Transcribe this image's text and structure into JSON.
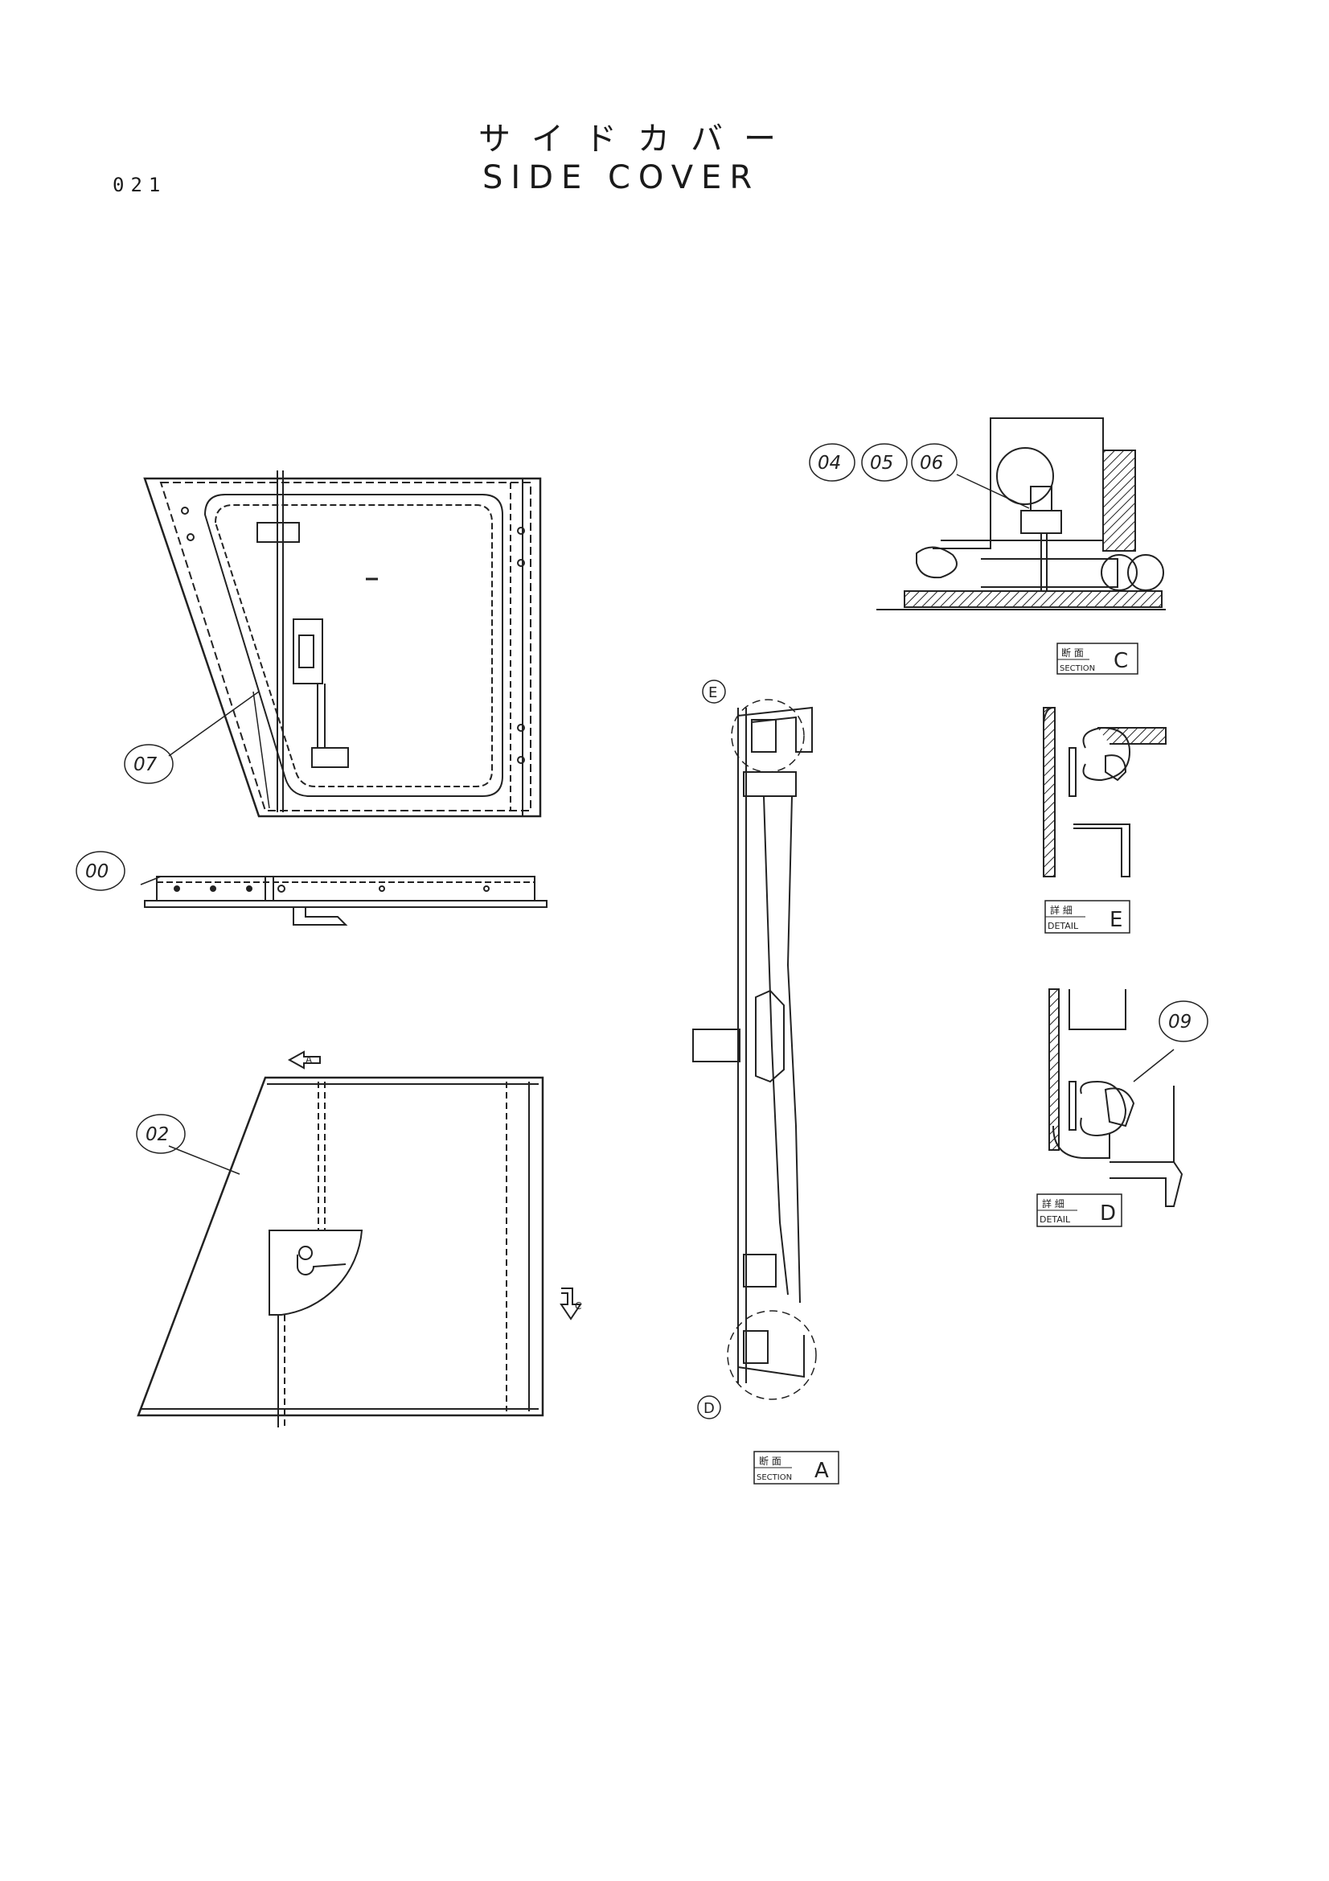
{
  "header": {
    "title_jp": "サイドカバー",
    "title_en": "SIDE COVER",
    "page_number": "021"
  },
  "callouts": {
    "c00": "00",
    "c02": "02",
    "c04": "04",
    "c05": "05",
    "c06": "06",
    "c07": "07",
    "c09": "09"
  },
  "view_markers": {
    "arrow_a": "A",
    "arrow_c": "C",
    "detail_e_marker": "E",
    "detail_d_marker": "D"
  },
  "section_labels": {
    "section_c": {
      "jp": "断 面",
      "en": "SECTION",
      "letter": "C"
    },
    "detail_e": {
      "jp": "詳 細",
      "en": "DETAIL",
      "letter": "E"
    },
    "detail_d": {
      "jp": "詳 細",
      "en": "DETAIL",
      "letter": "D"
    },
    "section_a": {
      "jp": "断 面",
      "en": "SECTION",
      "letter": "A"
    }
  }
}
